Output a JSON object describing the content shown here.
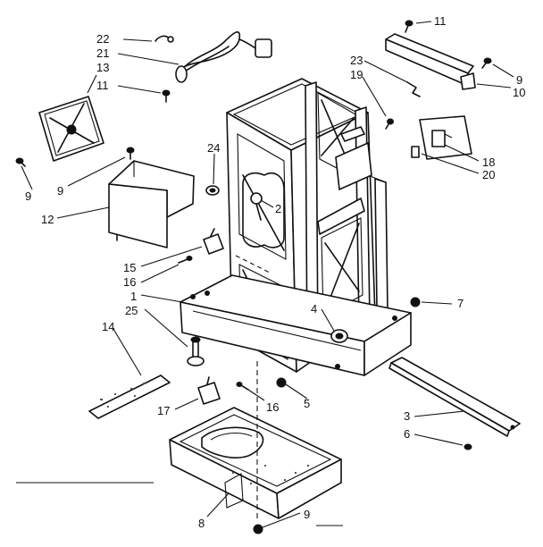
{
  "callouts": [
    {
      "id": "c22",
      "text": "22"
    },
    {
      "id": "c21",
      "text": "21"
    },
    {
      "id": "c13",
      "text": "13"
    },
    {
      "id": "c11a",
      "text": "11"
    },
    {
      "id": "c11b",
      "text": "11"
    },
    {
      "id": "c23",
      "text": "23"
    },
    {
      "id": "c19",
      "text": "19"
    },
    {
      "id": "c9a",
      "text": "9"
    },
    {
      "id": "c10",
      "text": "10"
    },
    {
      "id": "c24",
      "text": "24"
    },
    {
      "id": "c2",
      "text": "2"
    },
    {
      "id": "c18",
      "text": "18"
    },
    {
      "id": "c20",
      "text": "20"
    },
    {
      "id": "c9b",
      "text": "9"
    },
    {
      "id": "c9c",
      "text": "9"
    },
    {
      "id": "c12",
      "text": "12"
    },
    {
      "id": "c15",
      "text": "15"
    },
    {
      "id": "c16a",
      "text": "16"
    },
    {
      "id": "c1",
      "text": "1"
    },
    {
      "id": "c25",
      "text": "25"
    },
    {
      "id": "c7",
      "text": "7"
    },
    {
      "id": "c4",
      "text": "4"
    },
    {
      "id": "c14",
      "text": "14"
    },
    {
      "id": "c5",
      "text": "5"
    },
    {
      "id": "c17",
      "text": "17"
    },
    {
      "id": "c16b",
      "text": "16"
    },
    {
      "id": "c3",
      "text": "3"
    },
    {
      "id": "c6",
      "text": "6"
    },
    {
      "id": "c8",
      "text": "8"
    },
    {
      "id": "c9d",
      "text": "9"
    }
  ]
}
